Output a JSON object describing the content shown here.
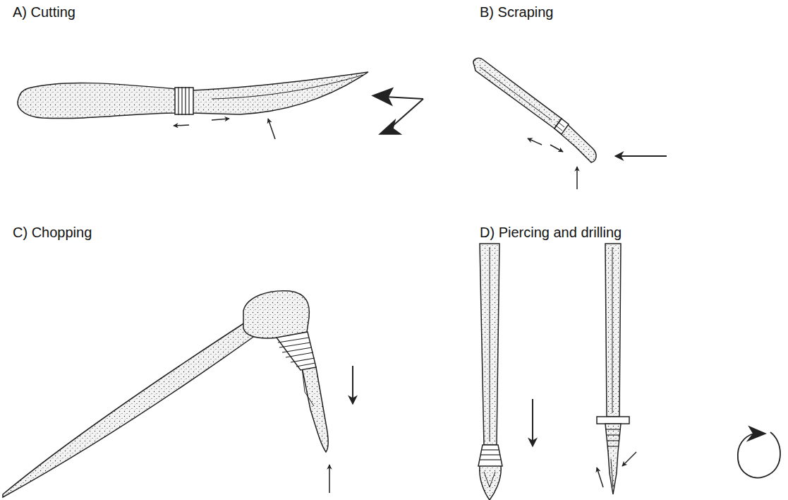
{
  "diagram": {
    "labels": [
      "A) Cutting",
      "B) Scraping",
      "C) Chopping",
      "D) Piercing and drilling"
    ]
  }
}
